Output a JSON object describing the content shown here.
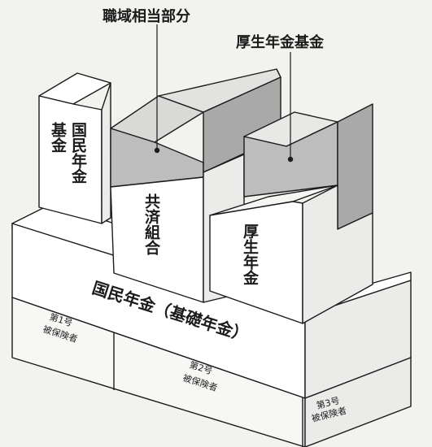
{
  "callouts": {
    "shokuiki": "職域相当部分",
    "kosei_kikin": "厚生年金基金"
  },
  "blocks": {
    "kokumin_kikin": "国民年金基金",
    "kyosai": "共済組合",
    "kosei": "厚生年金",
    "base": "国民年金（基礎年金）"
  },
  "insured": {
    "first": [
      "第1号",
      "被保険者"
    ],
    "second": [
      "第2号",
      "被保険者"
    ],
    "third": [
      "第3号",
      "被保険者"
    ]
  },
  "colors": {
    "paper": "#f2f2ef",
    "face_light": "#ffffff",
    "face_side": "#ebebea",
    "gray_panel": "#bdbdbd",
    "gray_dark": "#a9a9a9",
    "line": "#1b1b1b"
  }
}
